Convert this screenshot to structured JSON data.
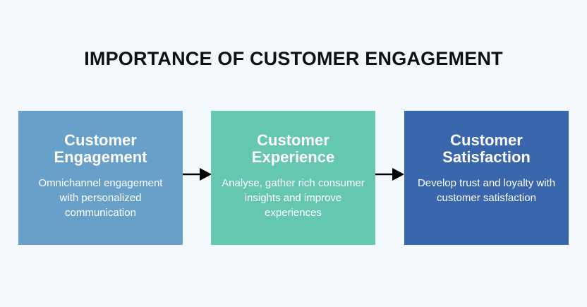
{
  "title": "IMPORTANCE OF CUSTOMER ENGAGEMENT",
  "colors": {
    "background": "#f2f8fb",
    "box_engagement": "#68a0c9",
    "box_experience": "#65c7b2",
    "box_satisfaction": "#3a66ad",
    "arrow": "#000000"
  },
  "steps": [
    {
      "title": "Customer Engagement",
      "description": "Omnichannel engagement with personalized communication"
    },
    {
      "title": "Customer Experience",
      "description": "Analyse, gather rich consumer insights and improve experiences"
    },
    {
      "title": "Customer Satisfaction",
      "description": "Develop trust and loyalty with customer satisfaction"
    }
  ]
}
